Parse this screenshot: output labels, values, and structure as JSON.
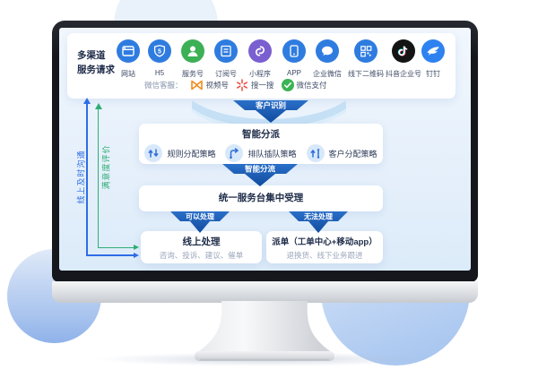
{
  "channels": {
    "title_line1": "多渠道",
    "title_line2": "服务请求",
    "row1": [
      {
        "label": "网站",
        "color": "#2f7ce0"
      },
      {
        "label": "H5",
        "color": "#2f7ce0"
      },
      {
        "label": "服务号",
        "color": "#3cb054"
      },
      {
        "label": "订阅号",
        "color": "#2f7ce0"
      },
      {
        "label": "小程序",
        "color": "#7a5fd0"
      },
      {
        "label": "APP",
        "color": "#2f7ce0"
      },
      {
        "label": "企业微信",
        "color": "#2f7ce0"
      },
      {
        "label": "线下二维码",
        "color": "#2f7ce0"
      },
      {
        "label": "抖音企业号",
        "color": "#141414"
      },
      {
        "label": "钉钉",
        "color": "#2e82f0"
      }
    ],
    "row2_prefix": "微信客服：",
    "row2": [
      {
        "label": "视频号",
        "color": "#f08c1e"
      },
      {
        "label": "搜一搜",
        "color": "#e84a41"
      },
      {
        "label": "微信支付",
        "color": "#3cb354"
      }
    ]
  },
  "feedback": {
    "online_label": "线上及时沟通",
    "online_color": "#2e6de6",
    "satisfaction_label": "满意度评价",
    "satisfaction_color": "#2fae74"
  },
  "flow": {
    "step1_arrow": "客户识别",
    "dispatch": {
      "title": "智能分派",
      "items": [
        {
          "label": "规则分配策略"
        },
        {
          "label": "排队插队策略"
        },
        {
          "label": "客户分配策略"
        }
      ]
    },
    "step2_arrow": "智能分流",
    "desk_title": "统一服务台集中受理",
    "branch_left": "可以处理",
    "branch_right": "无法处理",
    "online_card": {
      "title": "线上处理",
      "subtitle": "咨询、投诉、建议、催单"
    },
    "ticket_card": {
      "title": "派单（工单中心+移动app）",
      "subtitle": "退换货、线下业务跟进"
    },
    "ribbon_color": "#1a57ad"
  }
}
